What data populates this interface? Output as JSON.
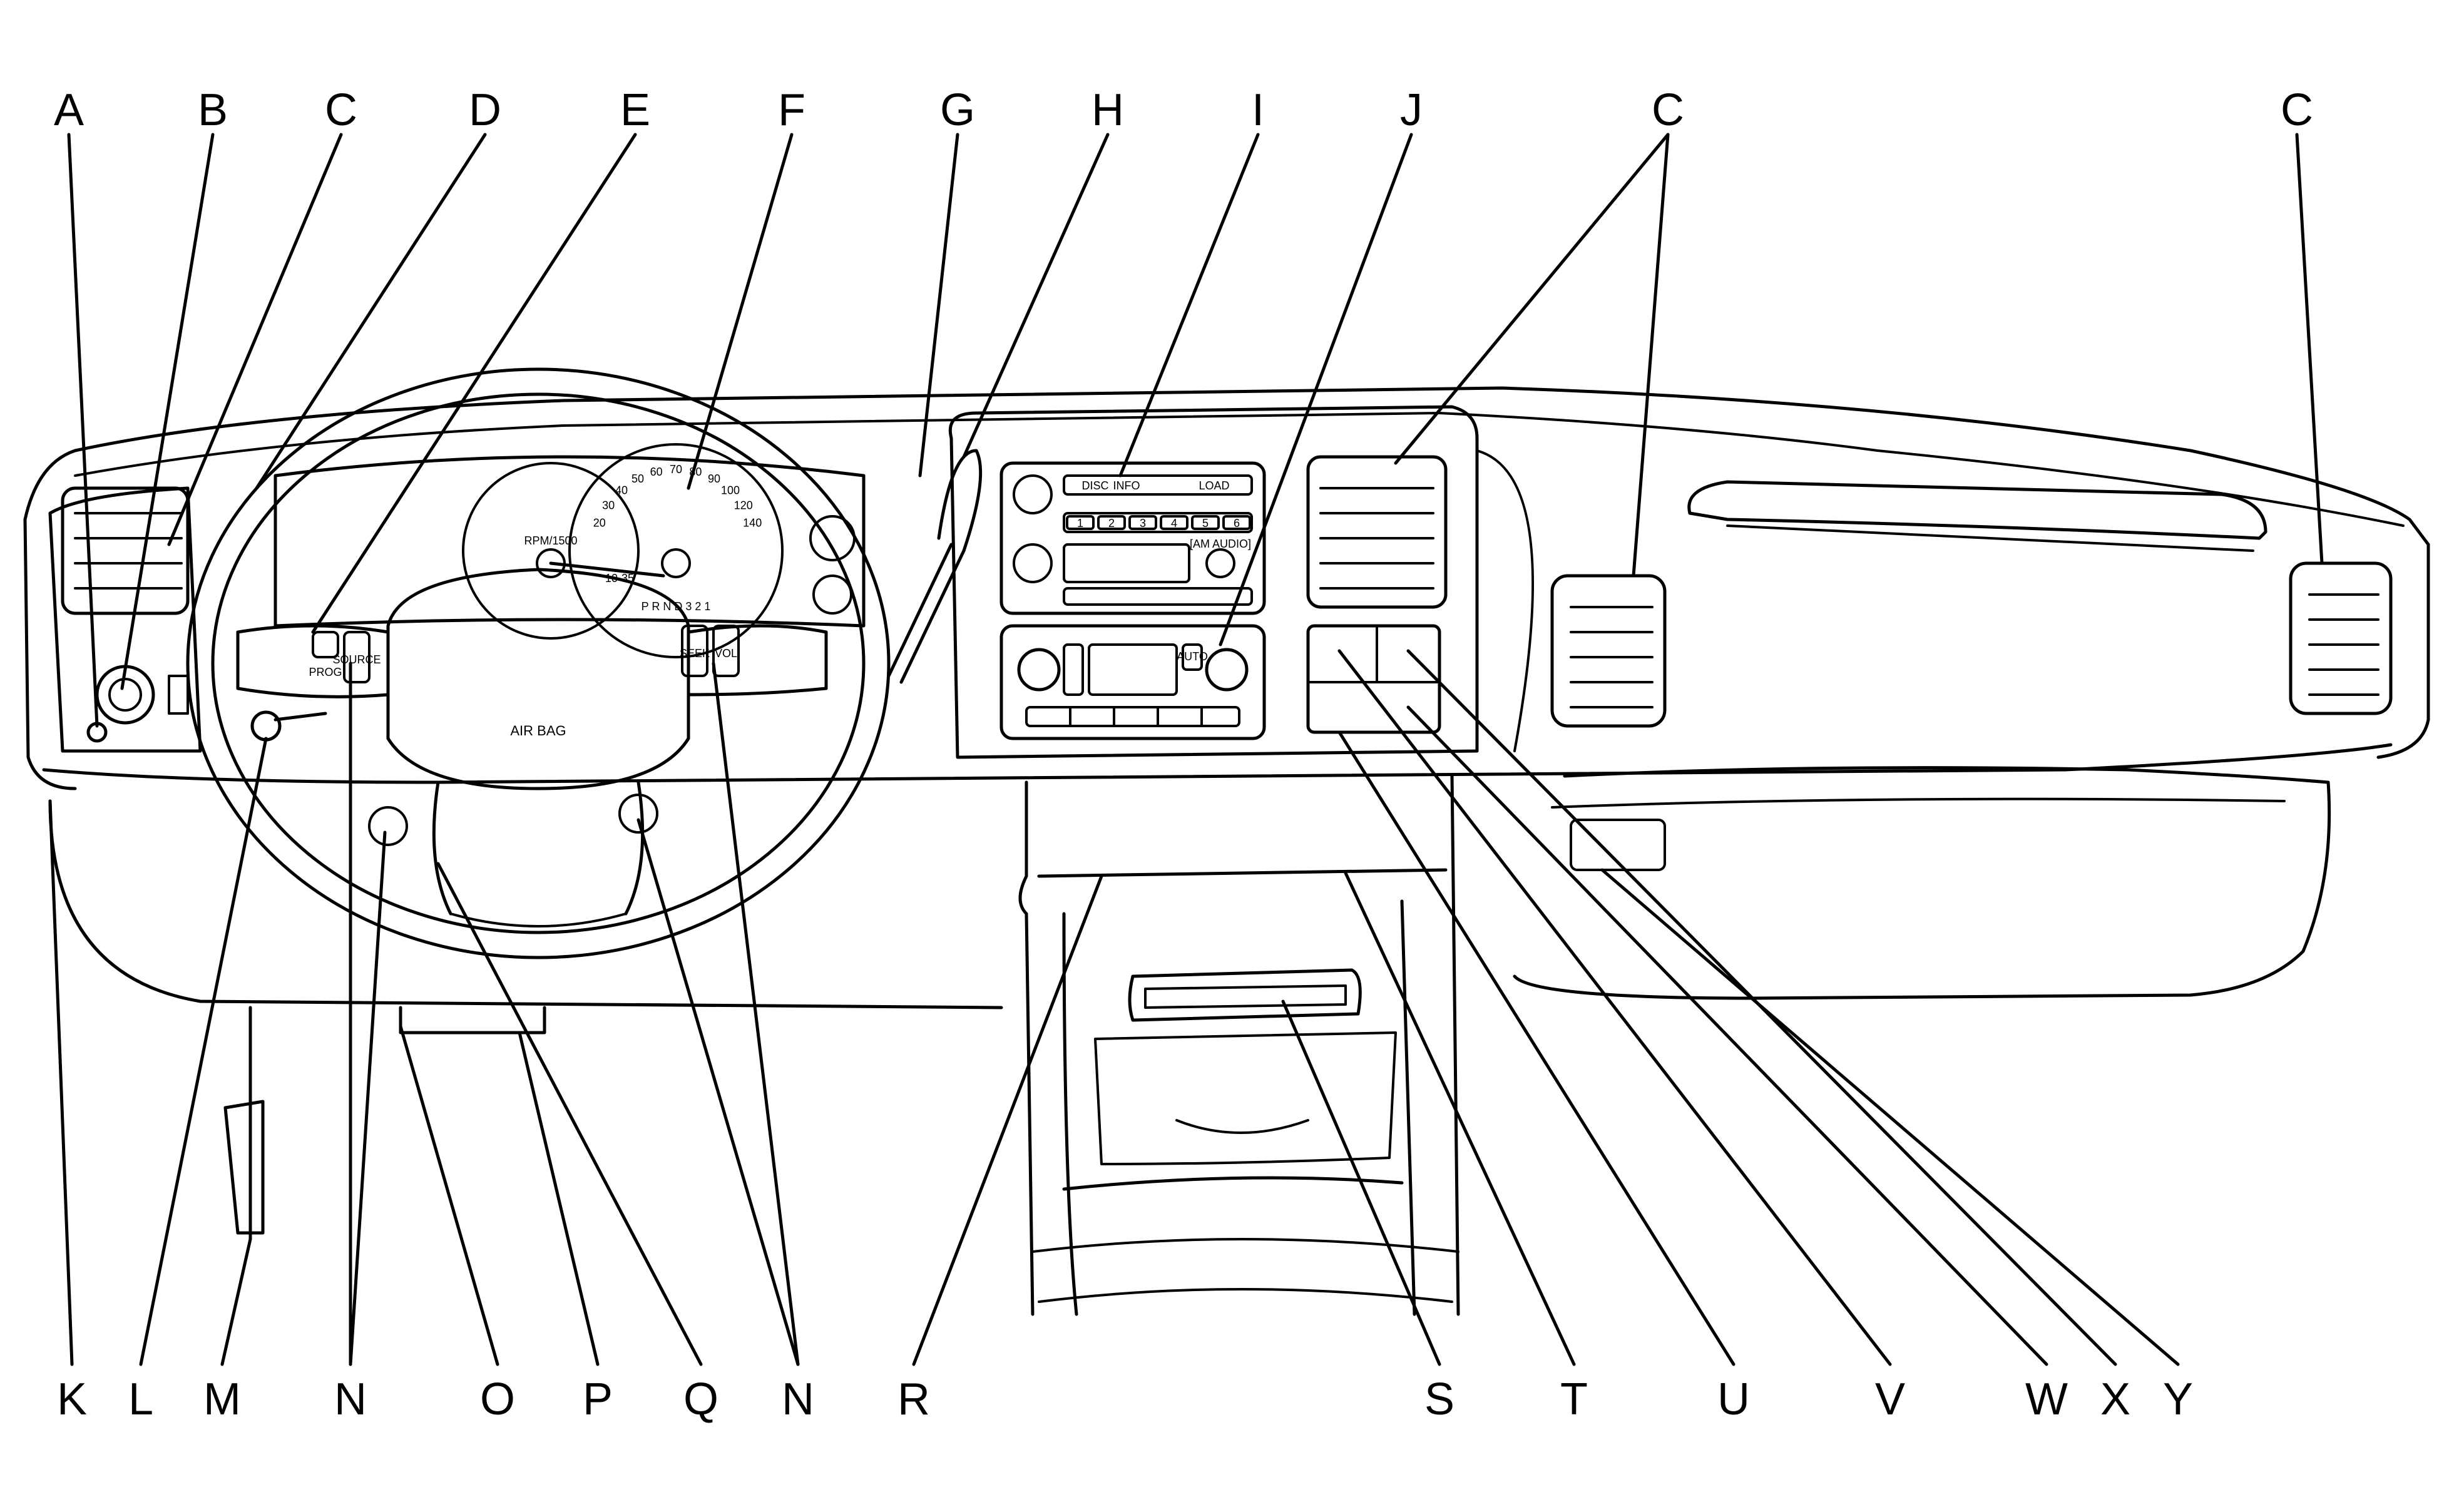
{
  "callouts": [
    {
      "id": "A",
      "text": "A"
    },
    {
      "id": "B",
      "text": "B"
    },
    {
      "id": "C1",
      "text": "C"
    },
    {
      "id": "D",
      "text": "D"
    },
    {
      "id": "E",
      "text": "E"
    },
    {
      "id": "F",
      "text": "F"
    },
    {
      "id": "G",
      "text": "G"
    },
    {
      "id": "H",
      "text": "H"
    },
    {
      "id": "I",
      "text": "I"
    },
    {
      "id": "J",
      "text": "J"
    },
    {
      "id": "C2",
      "text": "C"
    },
    {
      "id": "C3",
      "text": "C"
    },
    {
      "id": "K",
      "text": "K"
    },
    {
      "id": "L",
      "text": "L"
    },
    {
      "id": "M",
      "text": "M"
    },
    {
      "id": "N1",
      "text": "N"
    },
    {
      "id": "O",
      "text": "O"
    },
    {
      "id": "P",
      "text": "P"
    },
    {
      "id": "Q",
      "text": "Q"
    },
    {
      "id": "N2",
      "text": "N"
    },
    {
      "id": "R",
      "text": "R"
    },
    {
      "id": "S",
      "text": "S"
    },
    {
      "id": "T",
      "text": "T"
    },
    {
      "id": "U",
      "text": "U"
    },
    {
      "id": "V",
      "text": "V"
    },
    {
      "id": "W",
      "text": "W"
    },
    {
      "id": "X",
      "text": "X"
    },
    {
      "id": "Y",
      "text": "Y"
    }
  ],
  "dashboard": {
    "airbag_label": "AIR BAG",
    "tach_label": "RPM/1500",
    "tach_scale": "10-35",
    "speedo_numbers": [
      "20",
      "30",
      "40",
      "50",
      "60",
      "70",
      "80",
      "90",
      "100",
      "120",
      "140"
    ],
    "gear_indicator": "P R N D 3 2 1",
    "wheel_left_labels": [
      "SOURCE",
      "PROG"
    ],
    "wheel_right_labels": [
      "SEEK",
      "VOL"
    ],
    "radio_buttons": [
      "1",
      "2",
      "3",
      "4",
      "5",
      "6"
    ],
    "radio_top_buttons": [
      "DISC",
      "INFO",
      "LOAD"
    ],
    "radio_tone": "[AM AUDIO]",
    "climate_auto": "AUTO"
  }
}
